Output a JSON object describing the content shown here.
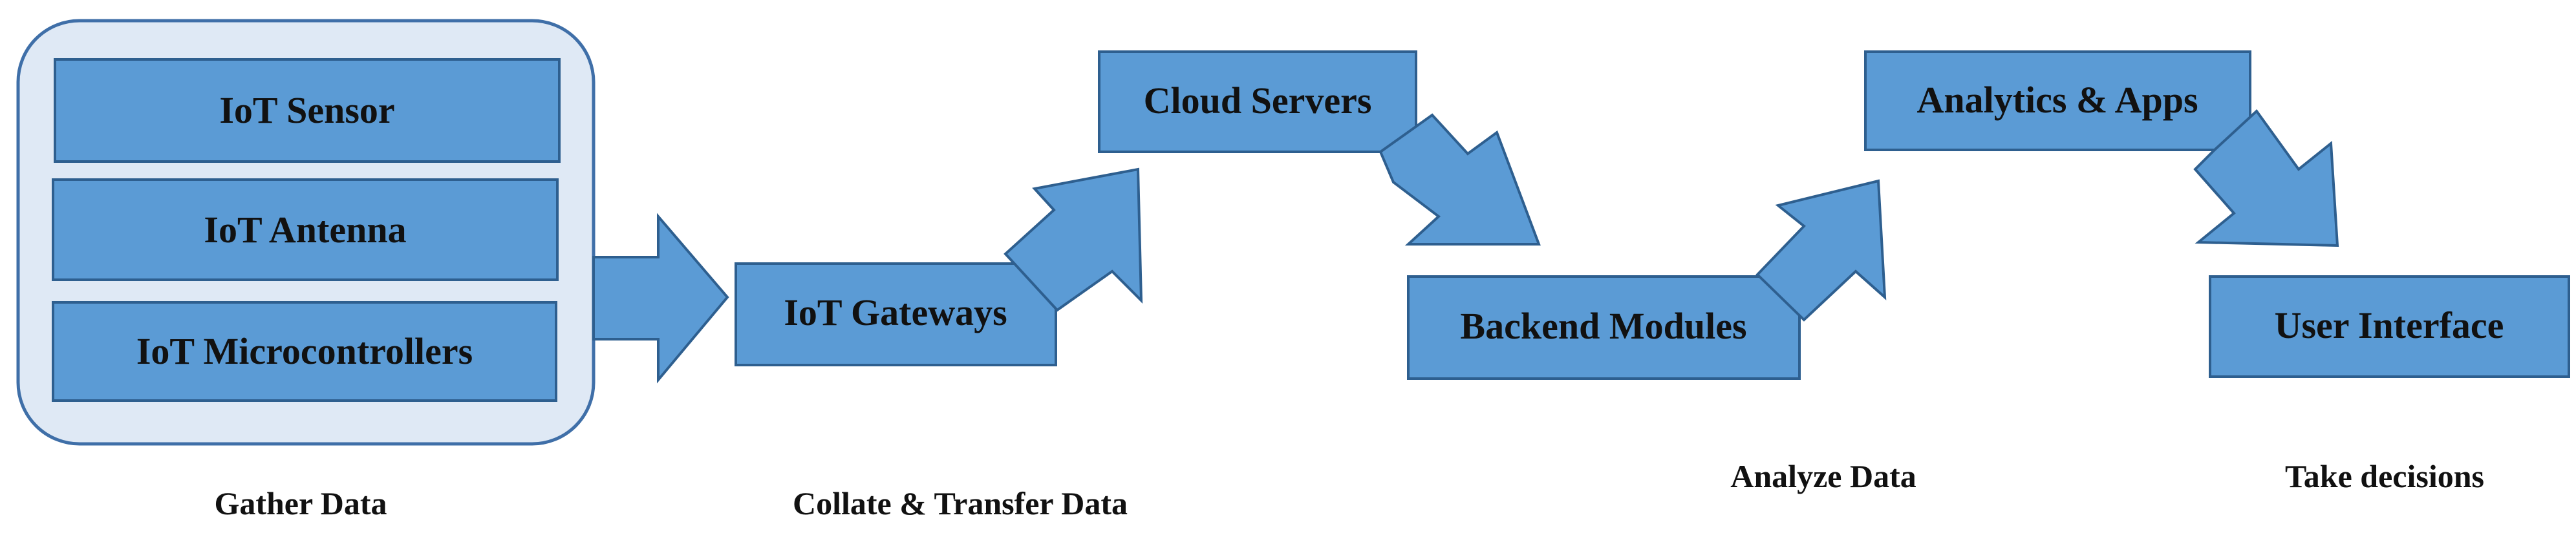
{
  "colors": {
    "box_fill": "#5b9bd5",
    "box_stroke": "#2e5f8f",
    "group_fill": "#dfe9f5",
    "group_stroke": "#3f6fa8",
    "arrow_fill": "#5b9bd5",
    "text": "#111111"
  },
  "diagram": {
    "sensor_group": {
      "items": [
        "IoT Sensor",
        "IoT Antenna",
        "IoT Microcontrollers"
      ]
    },
    "nodes": {
      "gateways": "IoT Gateways",
      "cloud_servers": "Cloud Servers",
      "backend_modules": "Backend Modules",
      "analytics_apps": "Analytics & Apps",
      "user_interface": "User Interface"
    },
    "stages": {
      "gather": "Gather Data",
      "collate": "Collate & Transfer Data",
      "analyze": "Analyze Data",
      "decide": "Take decisions"
    }
  }
}
